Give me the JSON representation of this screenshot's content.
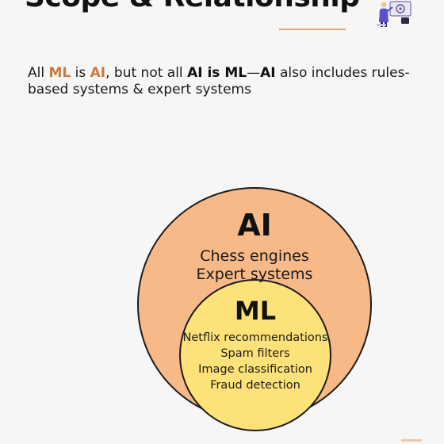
{
  "header": {
    "title": "Scope & Relationship",
    "illustration_icon": "presenter-with-gear-icon"
  },
  "statement": {
    "parts": [
      {
        "text": "All ",
        "style": "normal"
      },
      {
        "text": "ML",
        "style": "orange"
      },
      {
        "text": " is ",
        "style": "normal"
      },
      {
        "text": "AI",
        "style": "orange"
      },
      {
        "text": ", but not all ",
        "style": "normal"
      },
      {
        "text": "AI is ML",
        "style": "bold"
      },
      {
        "text": "—",
        "style": "normal"
      },
      {
        "text": "AI",
        "style": "bold"
      },
      {
        "text": " also includes rules-based systems & expert systems",
        "style": "normal"
      }
    ]
  },
  "diagram": {
    "outer": {
      "label": "AI",
      "examples": [
        "Chess engines",
        "Expert systems"
      ],
      "color": "#f6b987"
    },
    "inner": {
      "label": "ML",
      "examples": [
        "Netflix recommendations",
        "Spam filters",
        "Image classification",
        "Fraud detection"
      ],
      "color": "#fde27a"
    }
  }
}
